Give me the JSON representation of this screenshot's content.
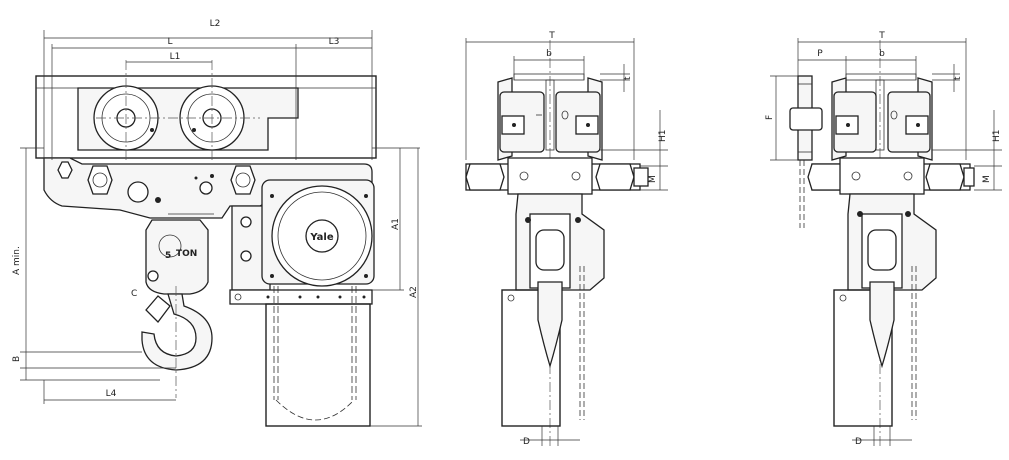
{
  "labels": {
    "L2": "L2",
    "L": "L",
    "L1": "L1",
    "L3": "L3",
    "L4": "L4",
    "A_min": "A min.",
    "A1": "A1",
    "A2": "A2",
    "B": "B",
    "C": "C",
    "T": "T",
    "b": "b",
    "t": "t",
    "H1": "H1",
    "M": "M",
    "D": "D",
    "P": "P",
    "F": "F"
  },
  "brand_text": "Yale",
  "capacity_number": "5",
  "capacity_unit": "TON"
}
